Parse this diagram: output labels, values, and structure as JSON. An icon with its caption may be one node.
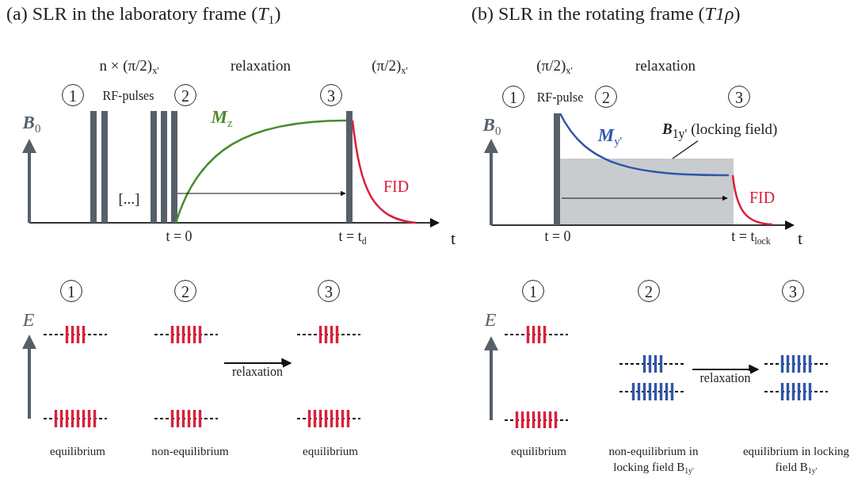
{
  "diagram": {
    "nodes": [
      {
        "text": [
          "**B**$_{1y'}$ (locking field)"
        ]
      },
      {
        "text": [],
        "shape": "box"
      },
      {
        "text": [],
        "shape": "picture",
        "beside": [
          "equilibrium"
        ]
      },
      {
        "text": [],
        "shape": "picture",
        "beside": [
          "non-equilibrium"
        ]
      },
      {
        "text": [],
        "shape": "picture",
        "beside": [
          "equilibrium"
        ]
      },
      {
        "text": [],
        "shape": "picture",
        "beside": [
          "equilibrium"
        ]
      },
      {
        "text": [],
        "shape": "picture",
        "beside": [
          "non-equilibrium in locking field B$_{1y'}$"
        ]
      },
      {
        "text": [],
        "shape": "picture",
        "beside": [
          "equilibrium in locking field B$_{1y'}$"
        ]
      }
    ],
    "edges": [
      {
        "from": 0,
        "to": 1,
        "arrow": "none"
      },
      {
        "from": 3,
        "to": 4,
        "arrow": "to",
        "label": "relaxation"
      },
      {
        "from": 6,
        "to": 7,
        "arrow": "to",
        "label": "relaxation"
      }
    ],
    "labels": [
      "(a) SLR in the laboratory frame (*T*$_{1}$)",
      "(b) SLR in the rotating frame (*T1ρ*)",
      "n × (π/2)$_{x'}$",
      "relaxation",
      "(π/2)$_{x'}$",
      "1",
      "RF-pulses",
      "2",
      "3",
      "**B**$_{0}$",
      "**M**$_{z}$",
      "[...]",
      "FID",
      "t = 0",
      "t = t$_{d}$",
      "t",
      "(π/2)$_{x'}$",
      "relaxation",
      "1",
      "RF-pulse",
      "2",
      "3",
      "**B**$_{0}$",
      "**M**$_{y'}$",
      "FID",
      "t = 0",
      "t = t$_{lock}$",
      "t",
      "1",
      "2",
      "3",
      "E",
      "1",
      "2",
      "3",
      "E"
    ]
  }
}
